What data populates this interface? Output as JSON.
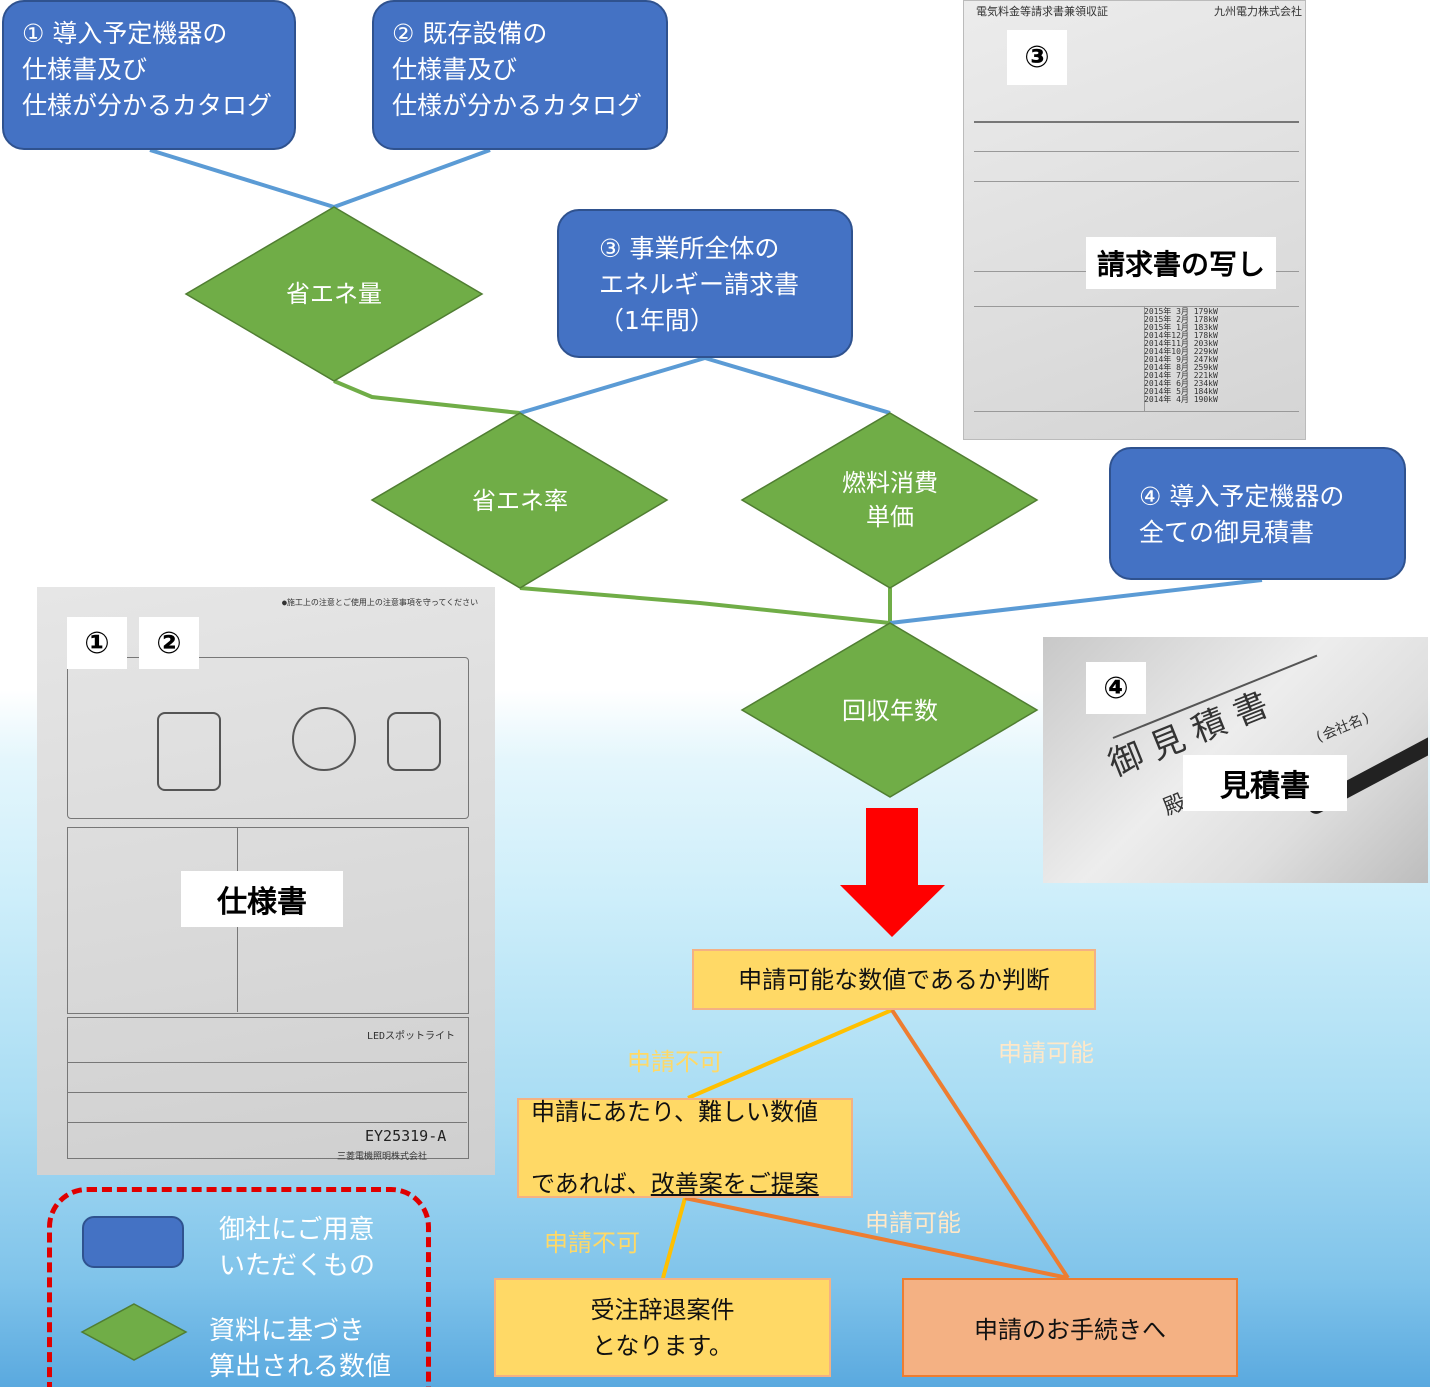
{
  "colors": {
    "blue_box": "#4472c4",
    "diamond": "#70ad47",
    "line_blue": "#5b9bd5",
    "line_green": "#70ad47",
    "line_yellow": "#ffc000",
    "line_orange": "#ed7d31",
    "yellow_box": "#ffd966",
    "orange_box": "#f4b183",
    "arrow_red": "#ff0000",
    "legend_border": "#e00000"
  },
  "blue_boxes": {
    "b1": "①  導入予定機器の\n仕様書及び\n仕様が分かるカタログ",
    "b2": "②  既存設備の\n仕様書及び\n仕様が分かるカタログ",
    "b3": "③  事業所全体の\nエネルギー請求書\n（1年間）",
    "b4": "④  導入予定機器の\n全ての御見積書"
  },
  "diamonds": {
    "d1": "省エネ量",
    "d2": "省エネ率",
    "d3": "燃料消費\n単価",
    "d4": "回収年数"
  },
  "decision": {
    "judge": "申請可能な数値であるか判断",
    "improve_line1": "申請にあたり、難しい数値",
    "improve_line2_prefix": "であれば、",
    "improve_line2_link": "改善案をご提案",
    "decline": "受注辞退案件\nとなります。",
    "proceed": "申請のお手続きへ"
  },
  "edge_labels": {
    "not_ok_1": "申請不可",
    "ok_1": "申請可能",
    "not_ok_2": "申請不可",
    "ok_2": "申請可能"
  },
  "photos": {
    "invoice": {
      "number_tag": "③",
      "caption": "請求書の写し",
      "header": "電気料金等請求書兼領収証",
      "company": "九州電力株式会社",
      "rows": [
        "2015年 3月 179kW",
        "2015年 2月 178kW",
        "2015年 1月 183kW",
        "2014年12月 178kW",
        "2014年11月 203kW",
        "2014年10月 229kW",
        "2014年 9月 247kW",
        "2014年 8月 259kW",
        "2014年 7月 221kW",
        "2014年 6月 234kW",
        "2014年 5月 184kW",
        "2014年 4月 190kW"
      ]
    },
    "spec": {
      "number_tags": [
        "①",
        "②"
      ],
      "caption": "仕様書",
      "model": "EY25319-A",
      "maker": "三菱電機照明株式会社",
      "product": "LEDスポットライト",
      "top_note": "●施工上の注意とご使用上の注意事項を守ってください"
    },
    "estimate": {
      "number_tag": "④",
      "caption": "見積書",
      "title": "御 見 積 書",
      "honorific": "殿",
      "company": "(会社名)"
    }
  },
  "legend": {
    "prepared": "御社にご用意\nいただくもの",
    "calculated": "資料に基づき\n算出される数値"
  }
}
